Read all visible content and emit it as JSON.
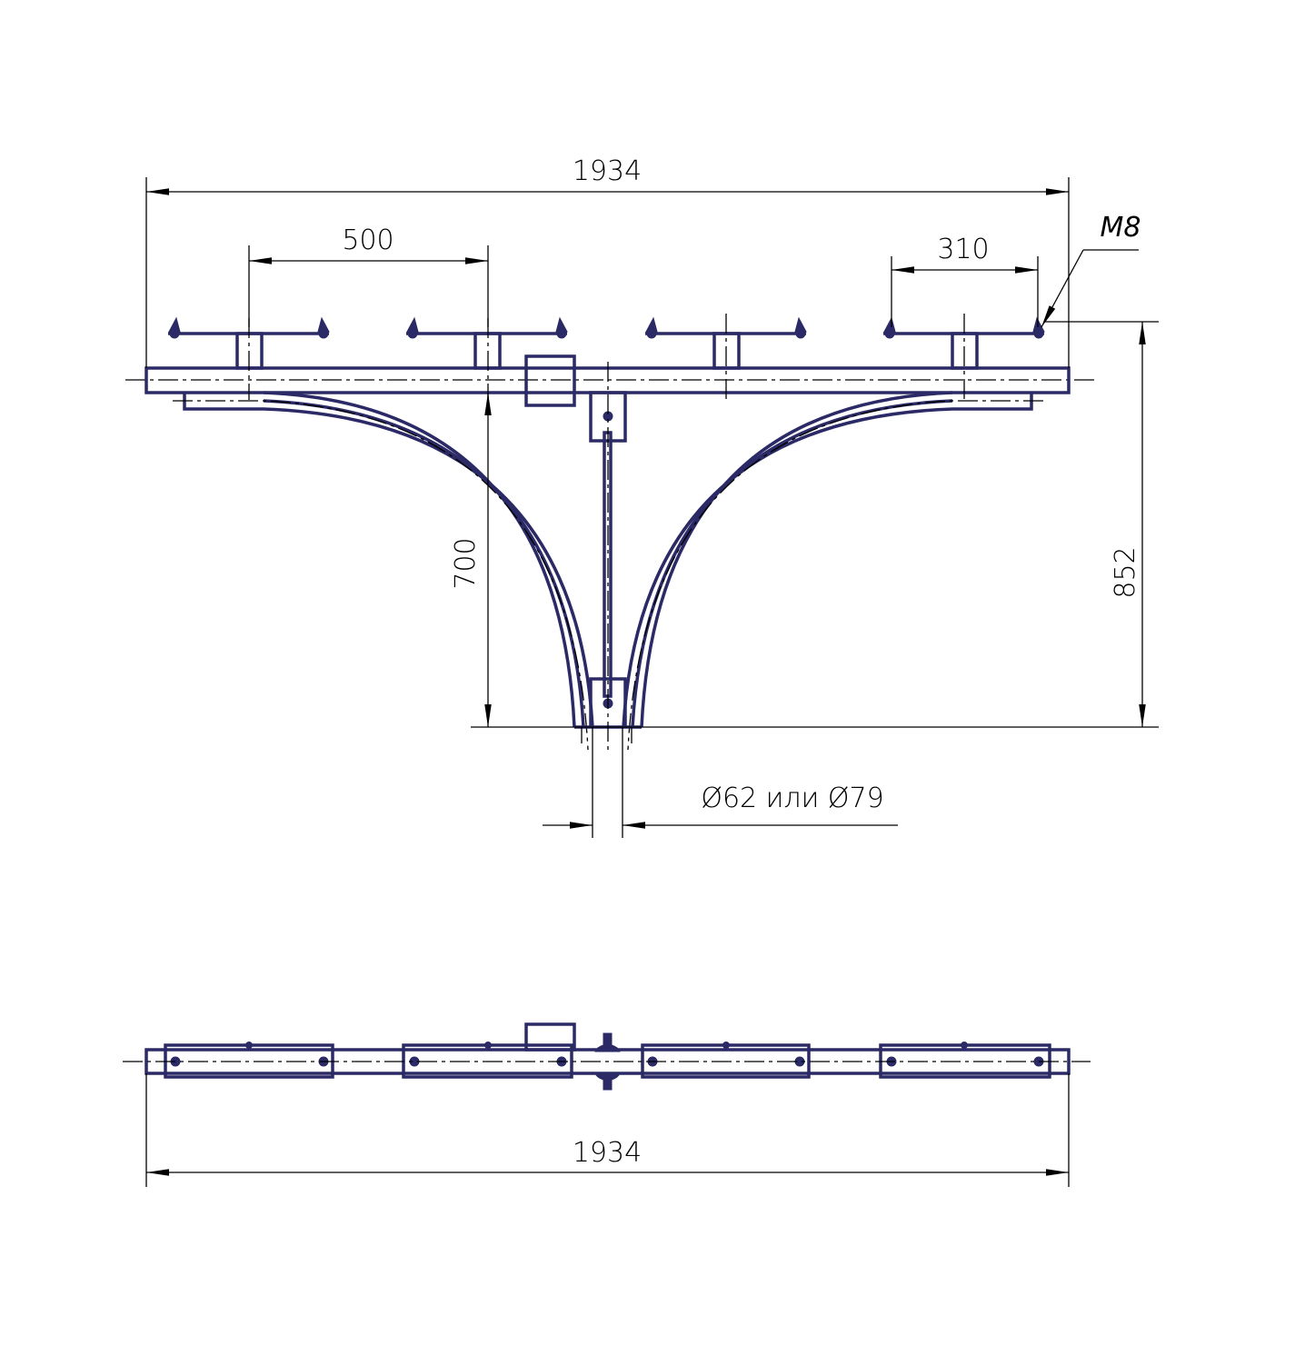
{
  "drawing": {
    "stroke_color": "#2b2a66",
    "top_view": {
      "overall_width": "1934",
      "bracket_spacing": "500",
      "bracket_span": "310",
      "thread_label": "M8",
      "arm_height": "700",
      "total_height": "852",
      "mount_diameter": "Ø62 или Ø79"
    },
    "plan_view": {
      "overall_width": "1934"
    }
  }
}
